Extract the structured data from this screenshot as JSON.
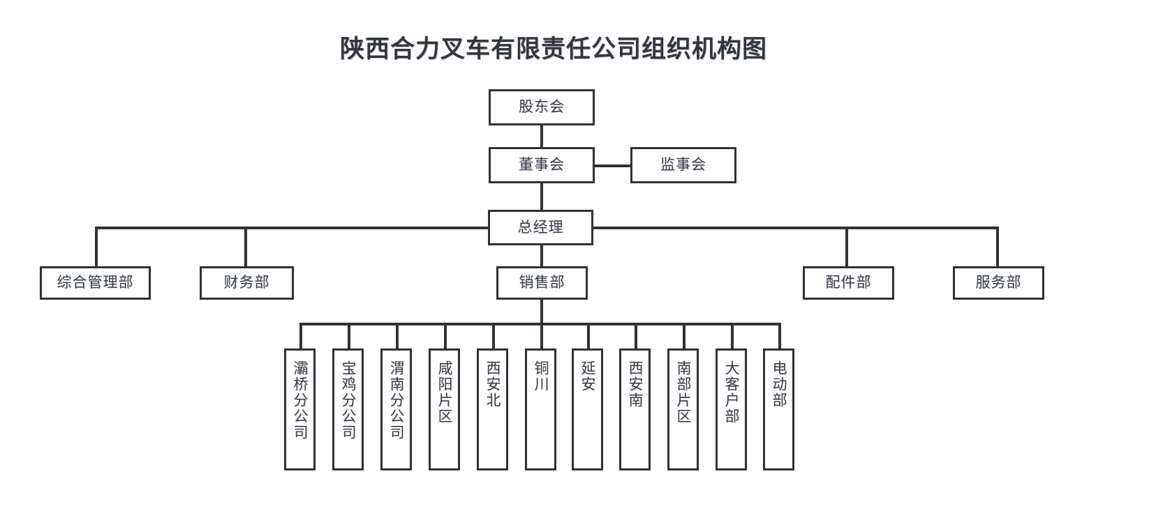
{
  "document": {
    "title": "陕西合力叉车有限责任公司组织机构图",
    "type": "organization-chart",
    "colors": {
      "line": "#2f3236",
      "text": "#3a3f46",
      "title": "#33373d",
      "background": "#ffffff"
    }
  },
  "org": {
    "level1": {
      "shareholders": {
        "label": "股东会"
      }
    },
    "level2": {
      "board": {
        "label": "董事会"
      },
      "supervisors": {
        "label": "监事会"
      }
    },
    "level3": {
      "general_manager": {
        "label": "总经理"
      }
    },
    "departments": [
      {
        "label": "综合管理部"
      },
      {
        "label": "财务部"
      },
      {
        "label": "销售部"
      },
      {
        "label": "配件部"
      },
      {
        "label": "服务部"
      }
    ],
    "sales_units": [
      {
        "label": "灞桥分公司"
      },
      {
        "label": "宝鸡分公司"
      },
      {
        "label": "渭南分公司"
      },
      {
        "label": "咸阳片区"
      },
      {
        "label": "西安北"
      },
      {
        "label": "铜川"
      },
      {
        "label": "延安"
      },
      {
        "label": "西安南"
      },
      {
        "label": "南部片区"
      },
      {
        "label": "大客户部"
      },
      {
        "label": "电动部"
      }
    ]
  }
}
